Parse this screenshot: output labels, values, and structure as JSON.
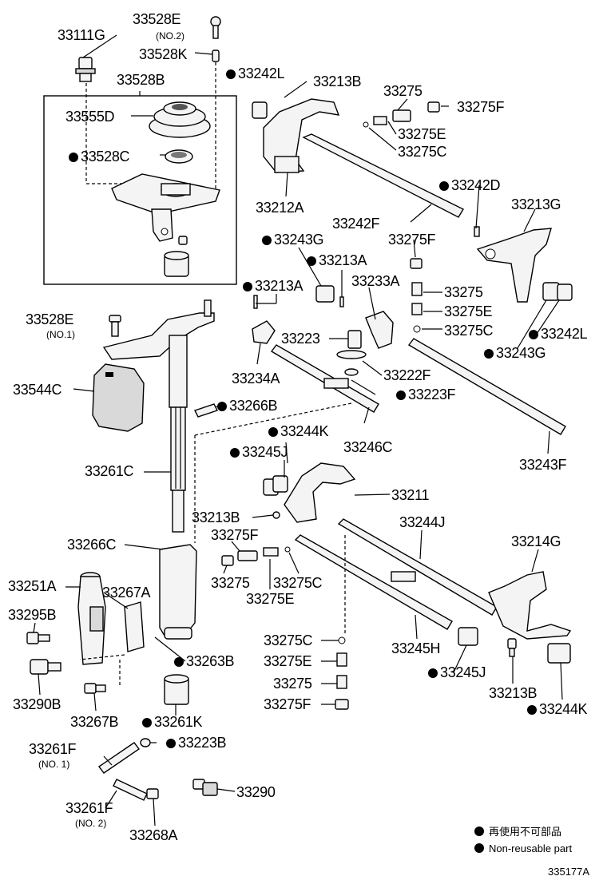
{
  "labels": [
    {
      "id": "33528E-no2",
      "text": "33528E",
      "reuse": true
    },
    {
      "id": "33111G",
      "text": "33111G",
      "reuse": true
    },
    {
      "id": "33528K",
      "text": "33528K",
      "reuse": true
    },
    {
      "id": "33242L-top",
      "text": "33242L",
      "reuse": false
    },
    {
      "id": "33213B-top",
      "text": "33213B",
      "reuse": true
    },
    {
      "id": "33275-top",
      "text": "33275",
      "reuse": true
    },
    {
      "id": "33528B",
      "text": "33528B",
      "reuse": true
    },
    {
      "id": "33275F-top",
      "text": "33275F",
      "reuse": true
    },
    {
      "id": "33555D",
      "text": "33555D",
      "reuse": true
    },
    {
      "id": "33275E-top",
      "text": "33275E",
      "reuse": true
    },
    {
      "id": "33528C",
      "text": "33528C",
      "reuse": false
    },
    {
      "id": "33275C-top",
      "text": "33275C",
      "reuse": true
    },
    {
      "id": "33242D",
      "text": "33242D",
      "reuse": false
    },
    {
      "id": "33213G",
      "text": "33213G",
      "reuse": true
    },
    {
      "id": "33212A",
      "text": "33212A",
      "reuse": true
    },
    {
      "id": "33242F",
      "text": "33242F",
      "reuse": true
    },
    {
      "id": "33275F-mid",
      "text": "33275F",
      "reuse": true
    },
    {
      "id": "33243G-top",
      "text": "33243G",
      "reuse": false
    },
    {
      "id": "33213A-right",
      "text": "33213A",
      "reuse": false
    },
    {
      "id": "33233A",
      "text": "33233A",
      "reuse": true
    },
    {
      "id": "33213A-left",
      "text": "33213A",
      "reuse": false
    },
    {
      "id": "33275-mid",
      "text": "33275",
      "reuse": true
    },
    {
      "id": "33275E-mid",
      "text": "33275E",
      "reuse": true
    },
    {
      "id": "33528E-no1",
      "text": "33528E",
      "reuse": true
    },
    {
      "id": "33275C-mid",
      "text": "33275C",
      "reuse": true
    },
    {
      "id": "33223",
      "text": "33223",
      "reuse": true
    },
    {
      "id": "33242L-right",
      "text": "33242L",
      "reuse": false
    },
    {
      "id": "33243G-right",
      "text": "33243G",
      "reuse": false
    },
    {
      "id": "33222F",
      "text": "33222F",
      "reuse": true
    },
    {
      "id": "33234A",
      "text": "33234A",
      "reuse": true
    },
    {
      "id": "33544C",
      "text": "33544C",
      "reuse": true
    },
    {
      "id": "33223F",
      "text": "33223F",
      "reuse": false
    },
    {
      "id": "33266B",
      "text": "33266B",
      "reuse": false
    },
    {
      "id": "33244K-top",
      "text": "33244K",
      "reuse": false
    },
    {
      "id": "33246C",
      "text": "33246C",
      "reuse": true
    },
    {
      "id": "33245J-top",
      "text": "33245J",
      "reuse": false
    },
    {
      "id": "33243F",
      "text": "33243F",
      "reuse": true
    },
    {
      "id": "33261C",
      "text": "33261C",
      "reuse": true
    },
    {
      "id": "33211",
      "text": "33211",
      "reuse": true
    },
    {
      "id": "33213B-mid",
      "text": "33213B",
      "reuse": true
    },
    {
      "id": "33244J",
      "text": "33244J",
      "reuse": true
    },
    {
      "id": "33275F-low",
      "text": "33275F",
      "reuse": true
    },
    {
      "id": "33214G",
      "text": "33214G",
      "reuse": true
    },
    {
      "id": "33266C",
      "text": "33266C",
      "reuse": true
    },
    {
      "id": "33275-low",
      "text": "33275",
      "reuse": true
    },
    {
      "id": "33275C-low",
      "text": "33275C",
      "reuse": true
    },
    {
      "id": "33251A",
      "text": "33251A",
      "reuse": true
    },
    {
      "id": "33267A",
      "text": "33267A",
      "reuse": true
    },
    {
      "id": "33275E-low",
      "text": "33275E",
      "reuse": true
    },
    {
      "id": "33295B",
      "text": "33295B",
      "reuse": true
    },
    {
      "id": "33275C-bottom",
      "text": "33275C",
      "reuse": true
    },
    {
      "id": "33263B",
      "text": "33263B",
      "reuse": false
    },
    {
      "id": "33245H",
      "text": "33245H",
      "reuse": true
    },
    {
      "id": "33275E-bottom",
      "text": "33275E",
      "reuse": true
    },
    {
      "id": "33245J-right",
      "text": "33245J",
      "reuse": false
    },
    {
      "id": "33275-bottom",
      "text": "33275",
      "reuse": true
    },
    {
      "id": "33213B-right",
      "text": "33213B",
      "reuse": true
    },
    {
      "id": "33290B",
      "text": "33290B",
      "reuse": true
    },
    {
      "id": "33275F-bottom",
      "text": "33275F",
      "reuse": true
    },
    {
      "id": "33244K-right",
      "text": "33244K",
      "reuse": false
    },
    {
      "id": "33267B",
      "text": "33267B",
      "reuse": true
    },
    {
      "id": "33261K",
      "text": "33261K",
      "reuse": false
    },
    {
      "id": "33261F-no1",
      "text": "33261F",
      "reuse": true
    },
    {
      "id": "33223B",
      "text": "33223B",
      "reuse": false
    },
    {
      "id": "33290",
      "text": "33290",
      "reuse": true
    },
    {
      "id": "33261F-no2",
      "text": "33261F",
      "reuse": true
    },
    {
      "id": "33268A",
      "text": "33268A",
      "reuse": true
    }
  ],
  "sublabels": {
    "no2_a": "(NO.2)",
    "no1_a": "(NO.1)",
    "no1_b": "(NO. 1)",
    "no2_b": "(NO. 2)"
  },
  "legend": {
    "jp": "再使用不可部品",
    "en": "Non-reusable part"
  },
  "figure_code": "335177A"
}
